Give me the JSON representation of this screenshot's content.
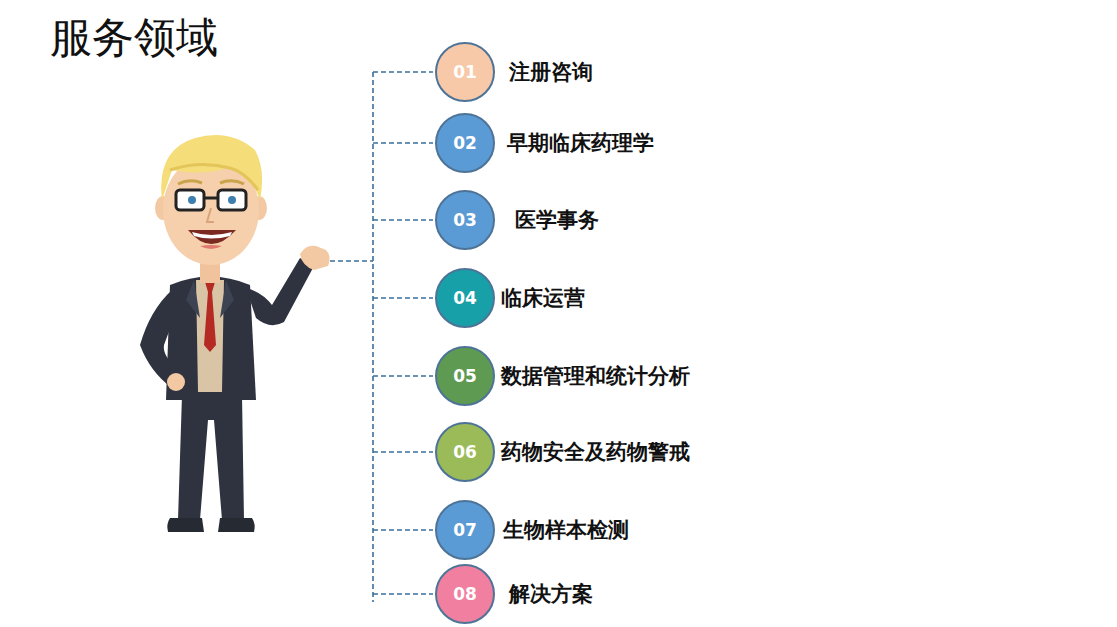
{
  "diagram": {
    "title": "服务领域",
    "nodes": [
      {
        "text": [
          "01",
          "注册咨询"
        ]
      },
      {
        "text": [
          "02",
          "早期临床药理学"
        ]
      },
      {
        "text": [
          "03",
          "医学事务"
        ]
      },
      {
        "text": [
          "04",
          "临床运营"
        ]
      },
      {
        "text": [
          "05",
          "数据管理和统计分析"
        ]
      },
      {
        "text": [
          "06",
          "药物安全及药物警戒"
        ]
      },
      {
        "text": [
          "07",
          "生物样本检测"
        ]
      },
      {
        "text": [
          "08",
          "解决方案"
        ]
      }
    ]
  }
}
